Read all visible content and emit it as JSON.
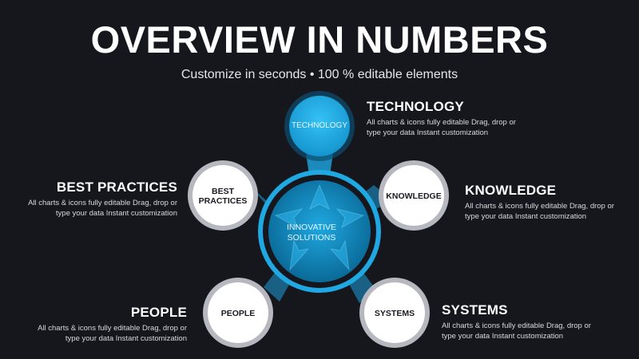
{
  "header": {
    "title": "OVERVIEW IN NUMBERS",
    "subtitle": "Customize in seconds • 100 % editable elements"
  },
  "center": {
    "label": "INNOVATIVE SOLUTIONS"
  },
  "nodes": [
    {
      "key": "technology",
      "circle_label": "TECHNOLOGY",
      "heading": "TECHNOLOGY",
      "text": "All charts & icons fully editable Drag, drop or type your data Instant customization"
    },
    {
      "key": "knowledge",
      "circle_label": "KNOWLEDGE",
      "heading": "KNOWLEDGE",
      "text": "All charts & icons fully editable Drag, drop or type your data Instant customization"
    },
    {
      "key": "systems",
      "circle_label": "SYSTEMS",
      "heading": "SYSTEMS",
      "text": "All charts & icons fully editable Drag, drop or type your data Instant customization"
    },
    {
      "key": "people",
      "circle_label": "PEOPLE",
      "heading": "PEOPLE",
      "text": "All charts & icons fully editable Drag, drop or type your data Instant customization"
    },
    {
      "key": "best_practices",
      "circle_label": "BEST PRACTICES",
      "heading": "BEST PRACTICES",
      "text": "All charts & icons fully editable Drag, drop or type your data Instant customization"
    }
  ],
  "colors": {
    "background": "#16161d",
    "accent": "#2fb4ea",
    "accent_dark": "#0d6f9c",
    "node_fill": "#ffffff",
    "node_ring": "#9c9ca4"
  }
}
